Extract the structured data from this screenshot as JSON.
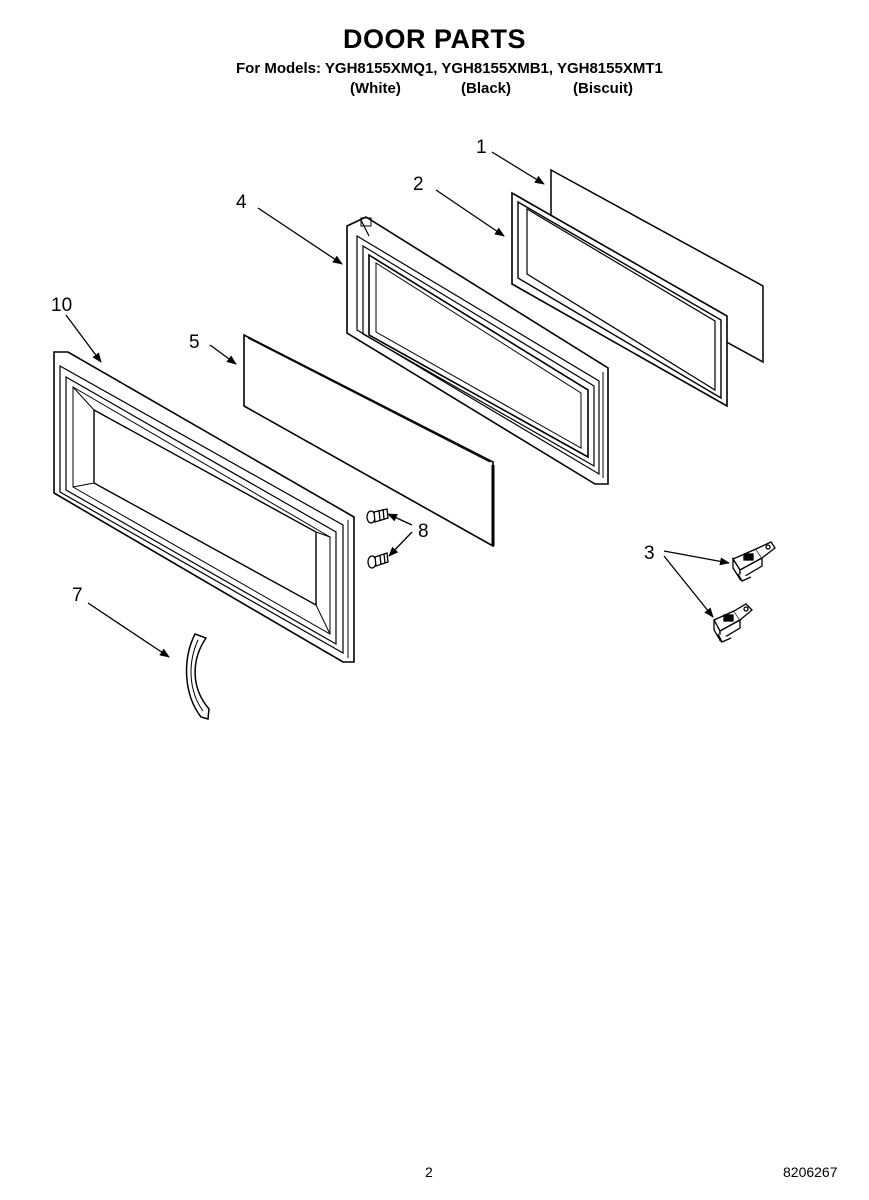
{
  "header": {
    "title": "DOOR PARTS",
    "models_line": "For Models: YGH8155XMQ1, YGH8155XMB1, YGH8155XMT1",
    "variants": [
      "(White)",
      "(Black)",
      "(Biscuit)"
    ]
  },
  "callouts": [
    "1",
    "2",
    "4",
    "10",
    "5",
    "8",
    "3",
    "7"
  ],
  "footer": {
    "page_number": "2",
    "document_number": "8206267"
  }
}
